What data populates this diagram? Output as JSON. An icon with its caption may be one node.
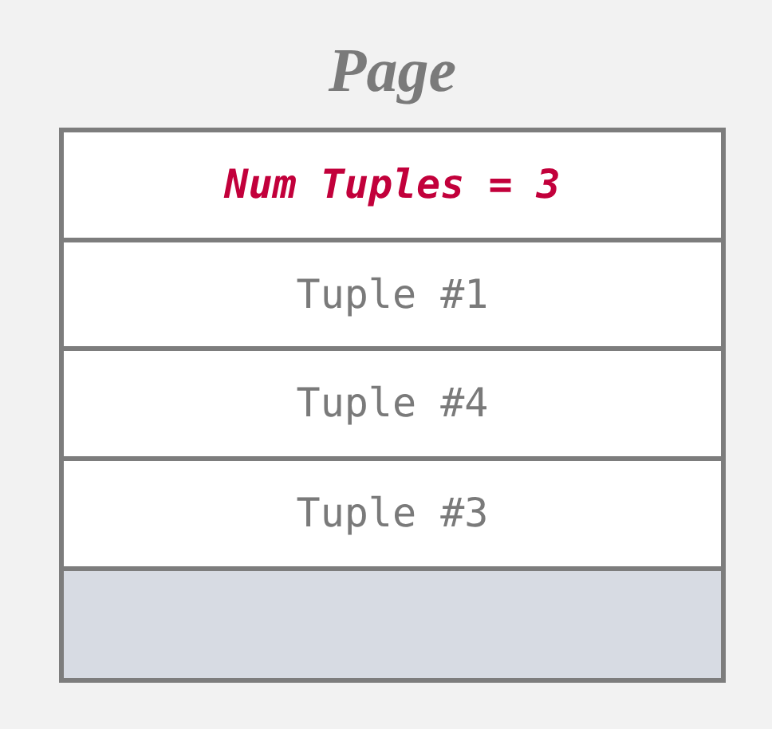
{
  "diagram": {
    "nodes": [
      {
        "text": [
          "Page"
        ]
      },
      {
        "text": [
          "Num Tuples = 3"
        ],
        "in": 0
      },
      {
        "text": [
          "Tuple #1"
        ],
        "in": 0
      },
      {
        "text": [
          "Tuple #4"
        ],
        "in": 0
      },
      {
        "text": [
          "Tuple #3"
        ],
        "in": 0
      },
      {
        "text": [],
        "shape": "box",
        "in": 0
      }
    ]
  }
}
